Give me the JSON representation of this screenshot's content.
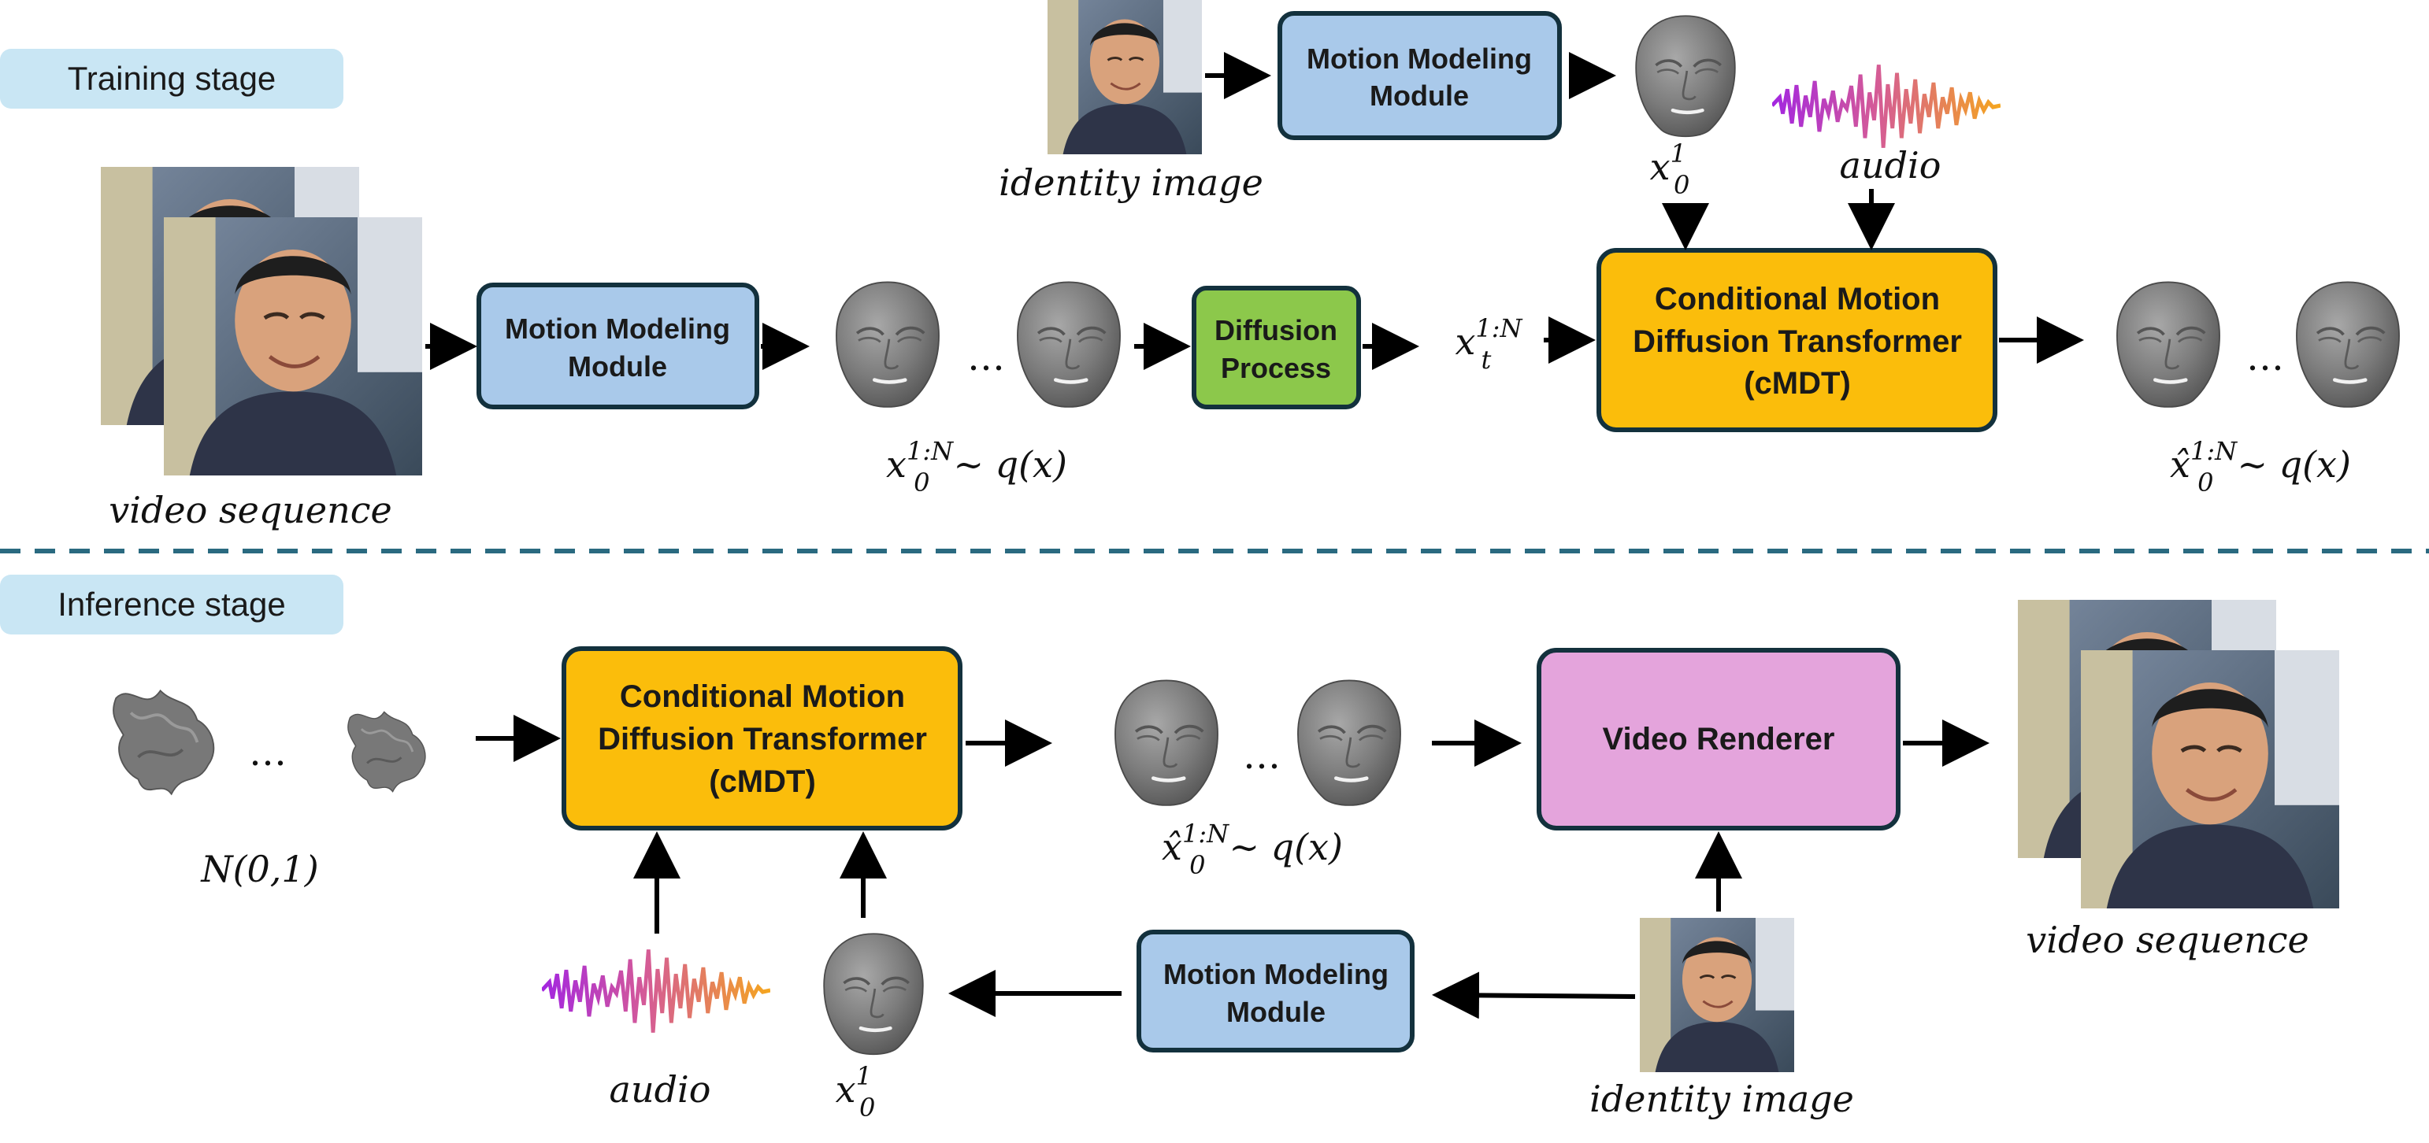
{
  "training": {
    "stage_label": "Training stage",
    "identity_caption": "identity image",
    "mmm_top_line1": "Motion Modeling",
    "mmm_top_line2": "Module",
    "x01": "x",
    "x01_sub": "0",
    "x01_sup": "1",
    "audio_caption": "audio",
    "video_caption": "video sequence",
    "mmm_left_line1": "Motion Modeling",
    "mmm_left_line2": "Module",
    "dots": "…",
    "diffusion_line1": "Diffusion",
    "diffusion_line2": "Process",
    "xt": "x",
    "xt_sub": "t",
    "xt_sup": "1:N",
    "x0_dist": "x",
    "x0_dist_sub": "0",
    "x0_dist_sup": "1:N",
    "x0_dist_tail": "∼ q(x)",
    "cmdt_line1": "Conditional Motion",
    "cmdt_line2": "Diffusion Transformer",
    "cmdt_line3": "(cMDT)",
    "xhat": "x̂",
    "xhat_sub": "0",
    "xhat_sup": "1:N",
    "xhat_tail": "∼ q(x)"
  },
  "inference": {
    "stage_label": "Inference stage",
    "noise_caption": "N(0,1)",
    "dots": "…",
    "cmdt_line1": "Conditional Motion",
    "cmdt_line2": "Diffusion Transformer",
    "cmdt_line3": "(cMDT)",
    "xhat": "x̂",
    "xhat_sub": "0",
    "xhat_sup": "1:N",
    "xhat_tail": "∼ q(x)",
    "renderer_label": "Video Renderer",
    "video_caption": "video sequence",
    "mmm_line1": "Motion Modeling",
    "mmm_line2": "Module",
    "audio_caption": "audio",
    "x01": "x",
    "x01_sub": "0",
    "x01_sup": "1",
    "identity_caption": "identity image"
  },
  "colors": {
    "stage_pill": "#c9e6f4",
    "mmm_box": "#a9c9ea",
    "cmdt_box": "#fbbd0b",
    "diffusion_box": "#8cc84b",
    "renderer_box": "#e4a4dc",
    "box_border": "#13313d",
    "divider": "#2a6a80"
  },
  "icons": {
    "face": "face-mesh-icon",
    "noise": "noise-mesh-icon",
    "photo": "person-photo-icon",
    "waveform": "audio-waveform-icon"
  }
}
